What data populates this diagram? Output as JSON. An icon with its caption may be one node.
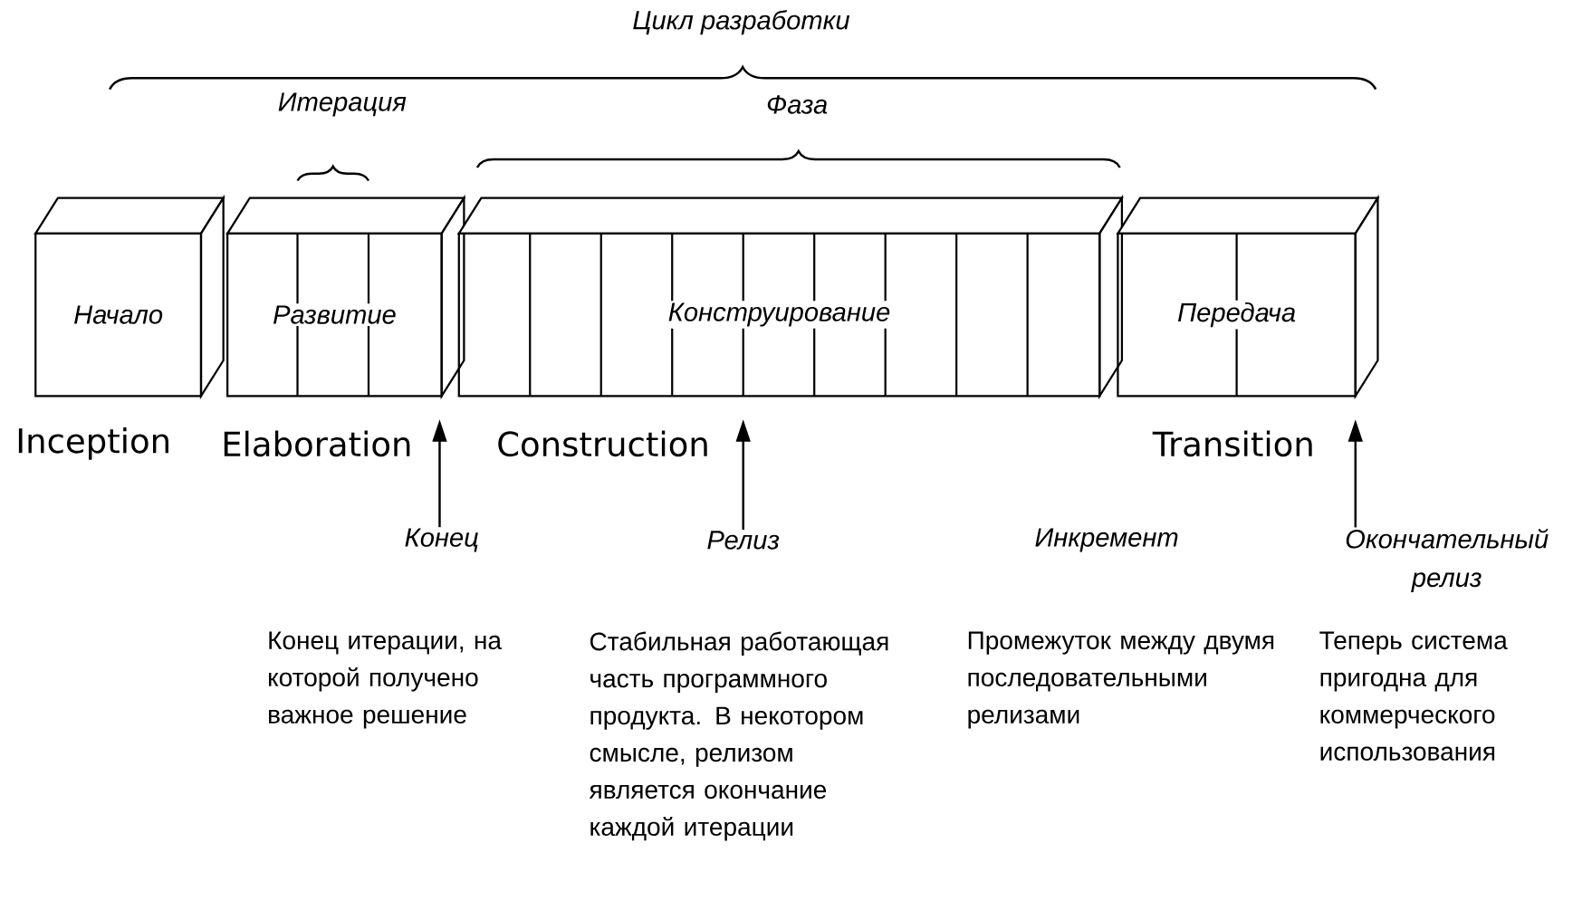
{
  "diagram": {
    "nodes": [
      {
        "text": [
          "Начало"
        ],
        "beside": [
          "Inception"
        ]
      },
      {
        "text": [
          "Развитие"
        ],
        "beside": [
          "Elaboration"
        ]
      },
      {
        "text": [
          "Конструирование"
        ],
        "beside": [
          "Construction"
        ]
      },
      {
        "text": [
          "Передача"
        ],
        "beside": [
          "Transition"
        ]
      },
      {
        "text": [
          "Конец"
        ]
      },
      {
        "text": [
          "Релиз"
        ]
      },
      {
        "text": [
          "Окончательный релиз"
        ]
      }
    ],
    "edges": [
      {
        "from": 4,
        "to": 1,
        "arrow": "to"
      },
      {
        "from": 5,
        "to": 2,
        "arrow": "to"
      },
      {
        "from": 6,
        "to": 3,
        "arrow": "to"
      }
    ],
    "labels": [
      "Цикл разработки",
      "Итерация",
      "Фаза",
      "Инкремент",
      "Конец итерации, на которой получено важное решение",
      "Стабильная работающая часть программного продукта. В некотором смысле, релизом является окончание каждой итерации",
      "Промежуток между двумя последовательными релизами",
      "Теперь система пригодна для коммерческого использования"
    ]
  }
}
